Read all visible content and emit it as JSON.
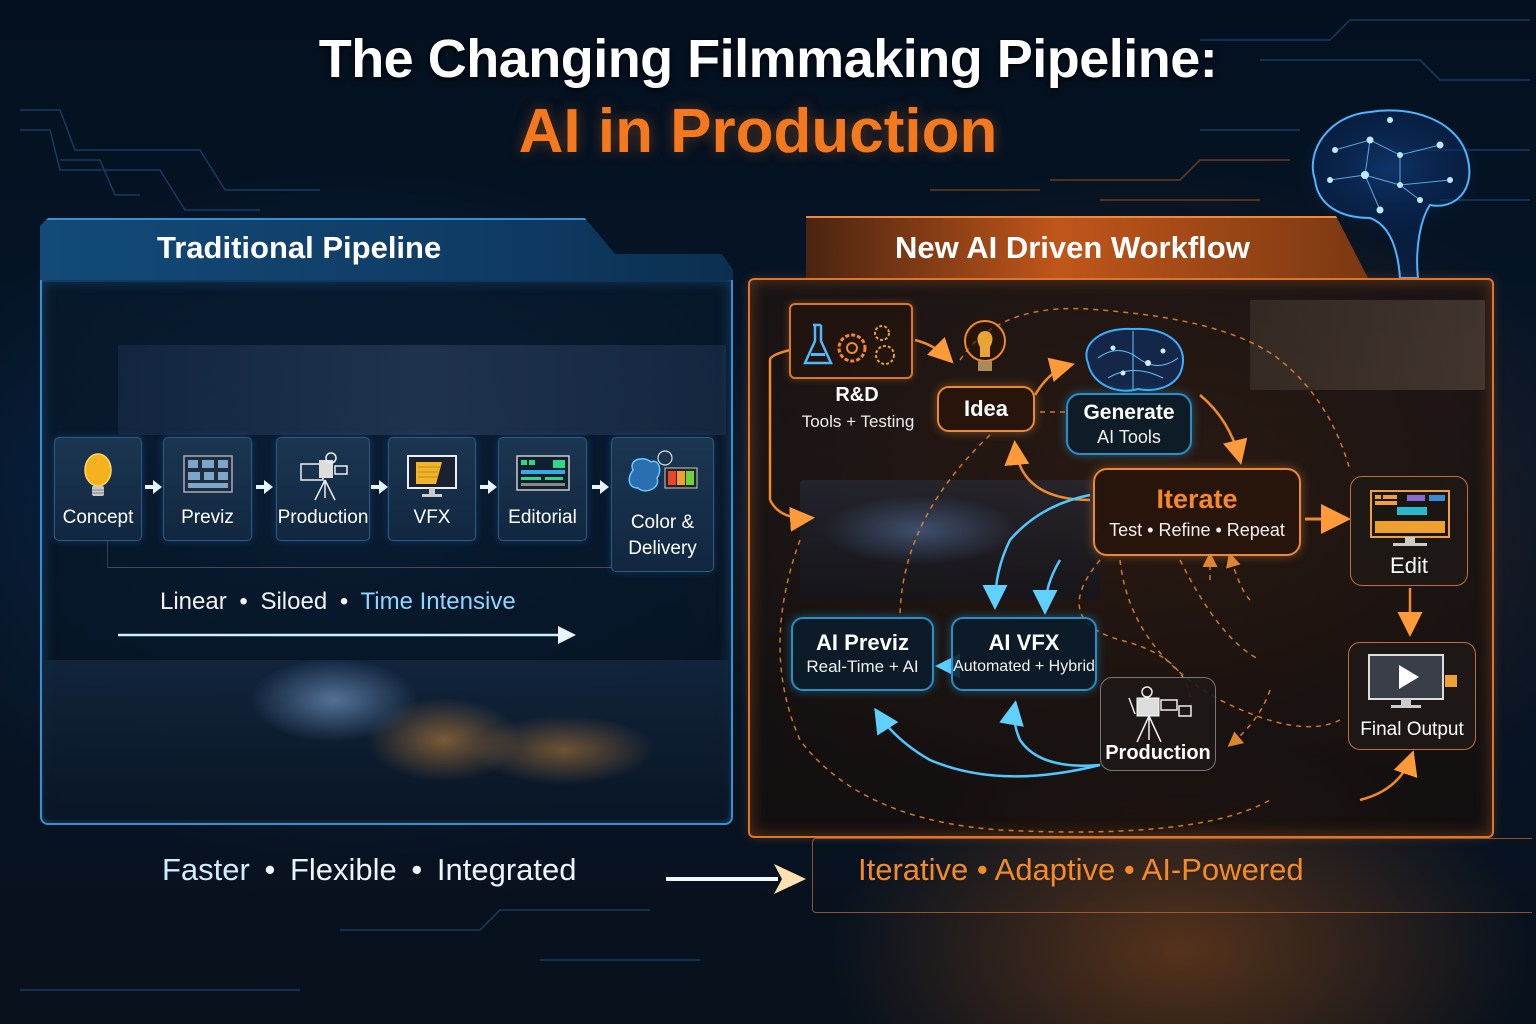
{
  "header": {
    "title": "The Changing Filmmaking Pipeline:",
    "subtitle": "AI in Production"
  },
  "colors": {
    "accent_orange": "#f4781e",
    "accent_blue": "#3a8fd0",
    "background": "#06162a"
  },
  "traditional": {
    "title": "Traditional Pipeline",
    "steps": [
      {
        "label": "Concept",
        "icon": "lightbulb-icon"
      },
      {
        "label": "Previz",
        "icon": "storyboard-icon"
      },
      {
        "label": "Production",
        "icon": "film-camera-icon"
      },
      {
        "label": "VFX",
        "icon": "monitor-icon"
      },
      {
        "label": "Editorial",
        "icon": "editing-timeline-icon"
      },
      {
        "label": "Color & Delivery",
        "label_line1": "Color &",
        "label_line2": "Delivery",
        "icon": "color-palette-icon"
      }
    ],
    "tagline": {
      "part1": "Linear",
      "sep": "•",
      "part2": "Siloed",
      "part3": "Time Intensive"
    }
  },
  "ai_workflow": {
    "title": "New AI Driven Workflow",
    "nodes": {
      "rd": {
        "title": "R&D",
        "sub": "Tools + Testing",
        "icon": "flask-gears-icon"
      },
      "idea": {
        "title": "Idea",
        "icon": "lightbulb-icon"
      },
      "generate": {
        "title": "Generate",
        "sub": "AI Tools",
        "icon": "brain-icon"
      },
      "iterate": {
        "title": "Iterate",
        "sub": "Test • Refine • Repeat"
      },
      "edit": {
        "title": "Edit",
        "icon": "editing-monitor-icon"
      },
      "ai_previz": {
        "title": "AI Previz",
        "sub": "Real-Time + AI"
      },
      "ai_vfx": {
        "title": "AI VFX",
        "sub": "Automated + Hybrid"
      },
      "production": {
        "title": "Production",
        "icon": "film-camera-icon"
      },
      "final_output": {
        "title": "Final Output",
        "icon": "play-monitor-icon"
      }
    }
  },
  "footer": {
    "left": {
      "part1": "Faster",
      "sep": "•",
      "part2": "Flexible",
      "part3": "Integrated"
    },
    "right": "Iterative • Adaptive • AI-Powered"
  }
}
